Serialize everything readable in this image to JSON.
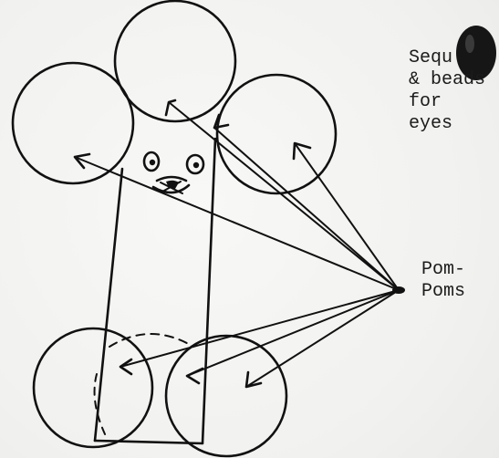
{
  "labels": {
    "sequins": [
      "Sequ",
      "& beads",
      "for",
      "eyes"
    ],
    "pompoms": [
      "Pom-",
      "Poms"
    ]
  },
  "colors": {
    "ink": "#111111",
    "paper": "#f3f3f1"
  }
}
